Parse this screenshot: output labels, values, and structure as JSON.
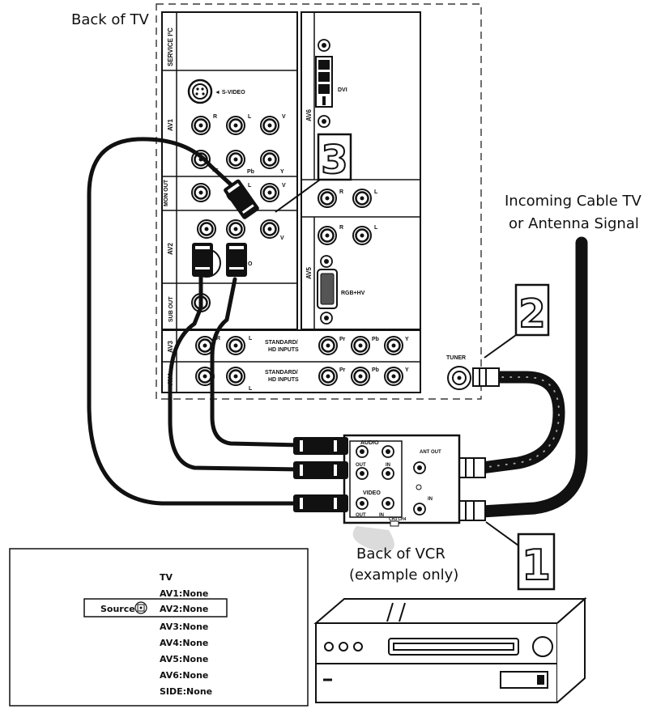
{
  "labels": {
    "back_of_tv": "Back of TV",
    "incoming_line1": "Incoming Cable TV",
    "incoming_line2": "or Antenna Signal",
    "back_of_vcr": "Back of VCR",
    "example_only": "(example only)",
    "tuner": "TUNER"
  },
  "steps": [
    "1",
    "2",
    "3"
  ],
  "panel": {
    "service": "SERVICE I²C",
    "av1": "AV1",
    "mon_out": "MON OUT",
    "av2": "AV2",
    "sub_out": "SUB OUT",
    "av3": "AV3",
    "av4": "AV4",
    "av5": "AV5",
    "av6": "AV6",
    "svideo": "◄ S-VIDEO",
    "dvi": "DVI",
    "rgb": "RGB+HV",
    "std1": "STANDARD/",
    "std2": "HD INPUTS",
    "R": "R",
    "L": "L",
    "V": "V",
    "Pr": "Pr",
    "Pb": "Pb",
    "Y": "Y",
    "Opartial": "O"
  },
  "vcr_panel": {
    "audio": "AUDIO",
    "video": "VIDEO",
    "out": "OUT",
    "in": "IN",
    "ant_out": "ANT OUT",
    "ant_in": "IN",
    "ch": "CH3 CH4"
  },
  "source_menu": {
    "source_label": "Source",
    "items": [
      "TV",
      "AV1:None",
      "AV2:None",
      "AV3:None",
      "AV4:None",
      "AV5:None",
      "AV6:None",
      "SIDE:None"
    ],
    "selected": "AV2:None"
  }
}
